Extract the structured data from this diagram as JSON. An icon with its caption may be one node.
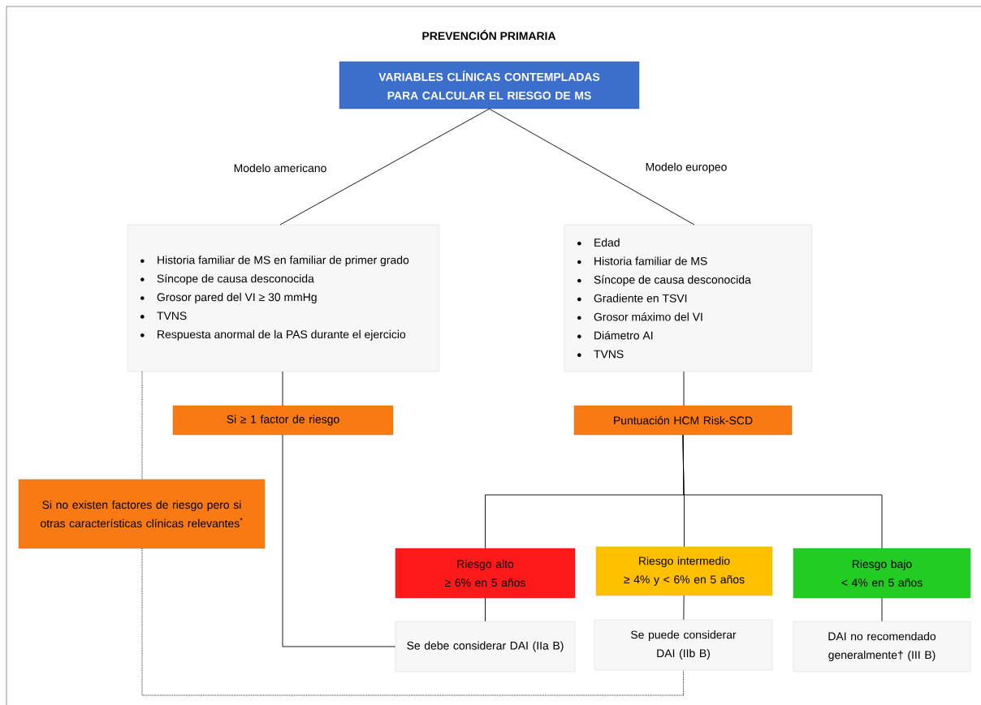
{
  "diagram": {
    "title": "PREVENCIÓN PRIMARIA",
    "nodes": [
      {
        "text": [
          "VARIABLES CLÍNICAS CONTEMPLADAS PARA CALCULAR EL RIESGO DE MS"
        ]
      },
      {
        "text": [
          "Historia familiar de MS en familiar de primer grado",
          "Síncope de causa desconocida",
          "Grosor pared del VI ≥ 30 mmHg",
          "TVNS",
          "Respuesta anormal de la PAS durante el ejercicio"
        ]
      },
      {
        "text": [
          "Edad",
          "Historia familiar de MS",
          "Síncope de causa desconocida",
          "Gradiente en TSVI",
          "Grosor máximo del VI",
          "Diámetro AI",
          "TVNS"
        ]
      },
      {
        "text": [
          "Si ≥ 1 factor de riesgo"
        ]
      },
      {
        "text": [
          "Puntuación HCM Risk-SCD"
        ]
      },
      {
        "text": [
          "Si no existen factores de riesgo pero si otras características clínicas relevantes$^{*}$"
        ]
      },
      {
        "text": [
          "Riesgo alto",
          "≥  6% en 5 años"
        ]
      },
      {
        "text": [
          "Riesgo intermedio",
          "≥ 4% y < 6% en 5 años"
        ]
      },
      {
        "text": [
          "Riesgo bajo",
          "< 4% en 5 años"
        ]
      },
      {
        "text": [
          "Se debe considerar DAI (IIa B)"
        ]
      },
      {
        "text": [
          "Se puede considerar DAI (IIb B)"
        ]
      },
      {
        "text": [
          "DAI no recomendado generalmente† (III B)"
        ]
      }
    ],
    "edges": [
      {
        "from": 0,
        "to": 1,
        "arrow": "none",
        "label": "Modelo americano"
      },
      {
        "from": 0,
        "to": 2,
        "arrow": "none",
        "label": "Modelo europeo"
      },
      {
        "from": 1,
        "to": 3,
        "arrow": "none"
      },
      {
        "from": 2,
        "to": 4,
        "arrow": "none"
      },
      {
        "from": 3,
        "to": 9,
        "arrow": "none"
      },
      {
        "from": 4,
        "to": 6,
        "arrow": "none"
      },
      {
        "from": 4,
        "to": 7,
        "arrow": "none"
      },
      {
        "from": 4,
        "to": 8,
        "arrow": "none"
      },
      {
        "from": 6,
        "to": 9,
        "arrow": "none"
      },
      {
        "from": 7,
        "to": 10,
        "arrow": "none"
      },
      {
        "from": 8,
        "to": 11,
        "arrow": "none"
      },
      {
        "from": 1,
        "to": 5,
        "arrow": "none",
        "style": "dashed"
      },
      {
        "from": 5,
        "to": 10,
        "arrow": "none",
        "style": "dashed"
      }
    ]
  }
}
